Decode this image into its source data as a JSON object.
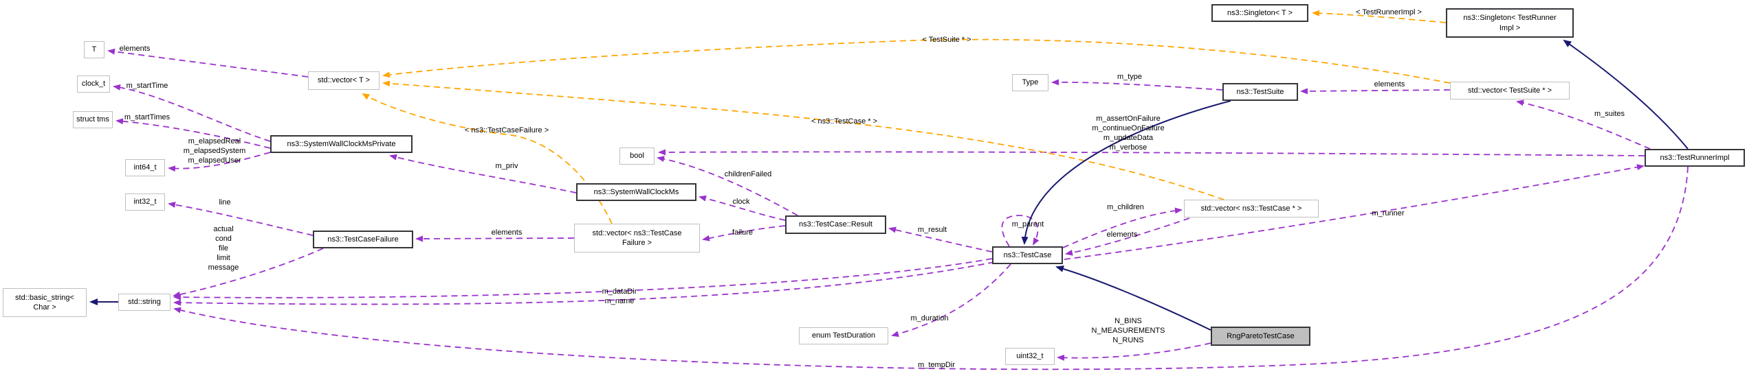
{
  "diagram": {
    "type": "collaboration-graph",
    "focus_node": "RngParetoTestCase",
    "colors": {
      "usage_edge": "#9a32cd",
      "template_edge": "#ffa500",
      "inheritance_edge": "#191970",
      "focus_fill": "#bfbfbf",
      "class_border": "#35353b",
      "external_border": "#bfbfbf",
      "background": "#ffffff"
    },
    "nodes": {
      "t": {
        "label": "T"
      },
      "clock_t": {
        "label": "clock_t"
      },
      "struct_tms": {
        "label": "struct tms"
      },
      "int64_t": {
        "label": "int64_t"
      },
      "int32_t": {
        "label": "int32_t"
      },
      "basic_string": {
        "label": "std::basic_string<\nChar >"
      },
      "std_string": {
        "label": "std::string"
      },
      "wallclock_private": {
        "label": "ns3::SystemWallClockMsPrivate"
      },
      "vector_t": {
        "label": "std::vector< T >"
      },
      "testcase_failure": {
        "label": "ns3::TestCaseFailure"
      },
      "vector_testcase_failure": {
        "label": "std::vector< ns3::TestCase\nFailure >"
      },
      "wallclock": {
        "label": "ns3::SystemWallClockMs"
      },
      "bool": {
        "label": "bool"
      },
      "result": {
        "label": "ns3::TestCase::Result"
      },
      "testcase": {
        "label": "ns3::TestCase"
      },
      "enum_duration": {
        "label": "enum TestDuration"
      },
      "uint32_t": {
        "label": "uint32_t"
      },
      "rng_pareto": {
        "label": "RngParetoTestCase"
      },
      "vector_testcase_ptr": {
        "label": "std::vector< ns3::TestCase * >"
      },
      "type": {
        "label": "Type"
      },
      "testsuite": {
        "label": "ns3::TestSuite"
      },
      "singleton_t": {
        "label": "ns3::Singleton< T >"
      },
      "singleton_tri": {
        "label": "ns3::Singleton< TestRunner\nImpl >"
      },
      "vector_testsuite_ptr": {
        "label": "std::vector< TestSuite * >"
      },
      "testrunner_impl": {
        "label": "ns3::TestRunnerImpl"
      }
    },
    "edge_labels": {
      "elements_t": "elements",
      "m_startTime": "m_startTime",
      "m_startTimes": "m_startTimes",
      "m_elapsed": "m_elapsedReal\nm_elapsedSystem\nm_elapsedUser",
      "line": "line",
      "tcf_members": "actual\ncond\nfile\nlimit\nmessage",
      "m_priv": "m_priv",
      "tpl_tcf": "< ns3::TestCaseFailure >",
      "elements_tcf": "elements",
      "clock": "clock",
      "failure": "failure",
      "childrenFailed": "childrenFailed",
      "m_result": "m_result",
      "m_parent": "m_parent",
      "m_children": "m_children",
      "elements_tc": "elements",
      "m_dataDir_name": "m_dataDir\nm_name",
      "m_duration": "m_duration",
      "n_bins": "N_BINS\nN_MEASUREMENTS\nN_RUNS",
      "m_tempDir": "m_tempDir",
      "tpl_tc": "< ns3::TestCase * >",
      "tpl_ts": "< TestSuite * >",
      "m_type": "m_type",
      "elements_ts": "elements",
      "m_suites": "m_suites",
      "assert_block": "m_assertOnFailure\nm_continueOnFailure\nm_updateData\nm_verbose",
      "m_runner": "m_runner",
      "tpl_tri": "< TestRunnerImpl >"
    }
  }
}
